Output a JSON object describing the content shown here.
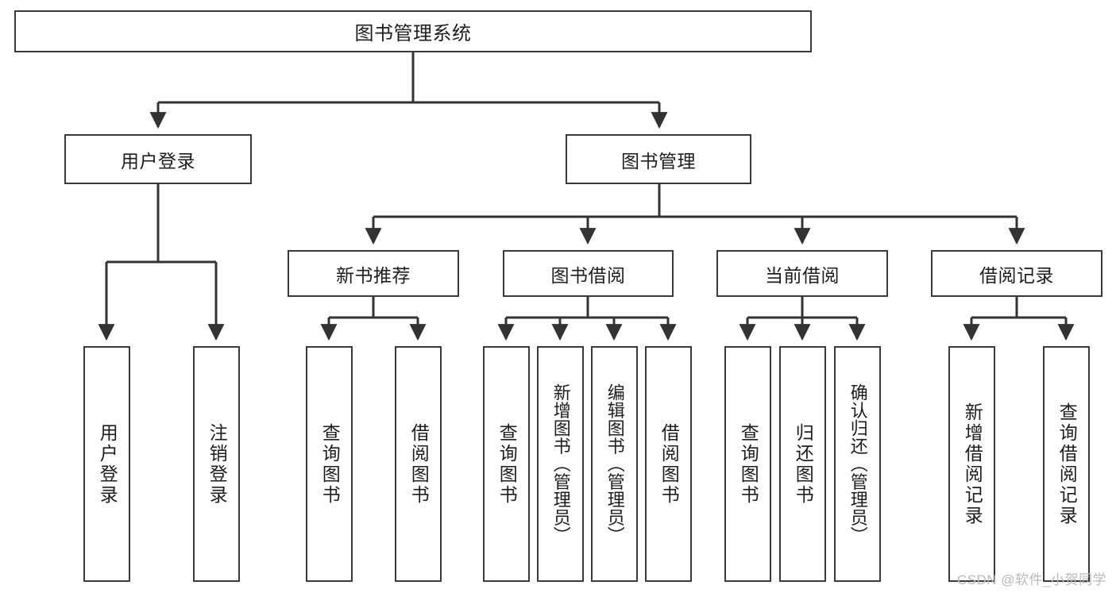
{
  "diagram": {
    "title": "图书管理系统",
    "type": "tree-hierarchy-diagram",
    "watermark": "CSDN @软件_小贺同学",
    "colors": {
      "background": "#ffffff",
      "box_border": "#3a3a3a",
      "box_fill": "#ffffff",
      "text": "#1d1d1d",
      "connector": "#333333",
      "watermark": "#b9b9b9"
    },
    "nodes": {
      "root": {
        "label": "图书管理系统"
      },
      "level2": [
        {
          "label": "用户登录"
        },
        {
          "label": "图书管理"
        }
      ],
      "level3": [
        {
          "label": "新书推荐"
        },
        {
          "label": "图书借阅"
        },
        {
          "label": "当前借阅"
        },
        {
          "label": "借阅记录"
        }
      ],
      "leaves_user_login": [
        {
          "label": "用户登录"
        },
        {
          "label": "注销登录"
        }
      ],
      "leaves_new_book": [
        {
          "label": "查询图书"
        },
        {
          "label": "借阅图书"
        }
      ],
      "leaves_borrow": [
        {
          "label": "查询图书"
        },
        {
          "label": "新增图书（管理员）"
        },
        {
          "label": "编辑图书（管理员）"
        },
        {
          "label": "借阅图书"
        }
      ],
      "leaves_current": [
        {
          "label": "查询图书"
        },
        {
          "label": "归还图书"
        },
        {
          "label": "确认归还（管理员）"
        }
      ],
      "leaves_record": [
        {
          "label": "新增借阅记录"
        },
        {
          "label": "查询借阅记录"
        }
      ]
    }
  }
}
